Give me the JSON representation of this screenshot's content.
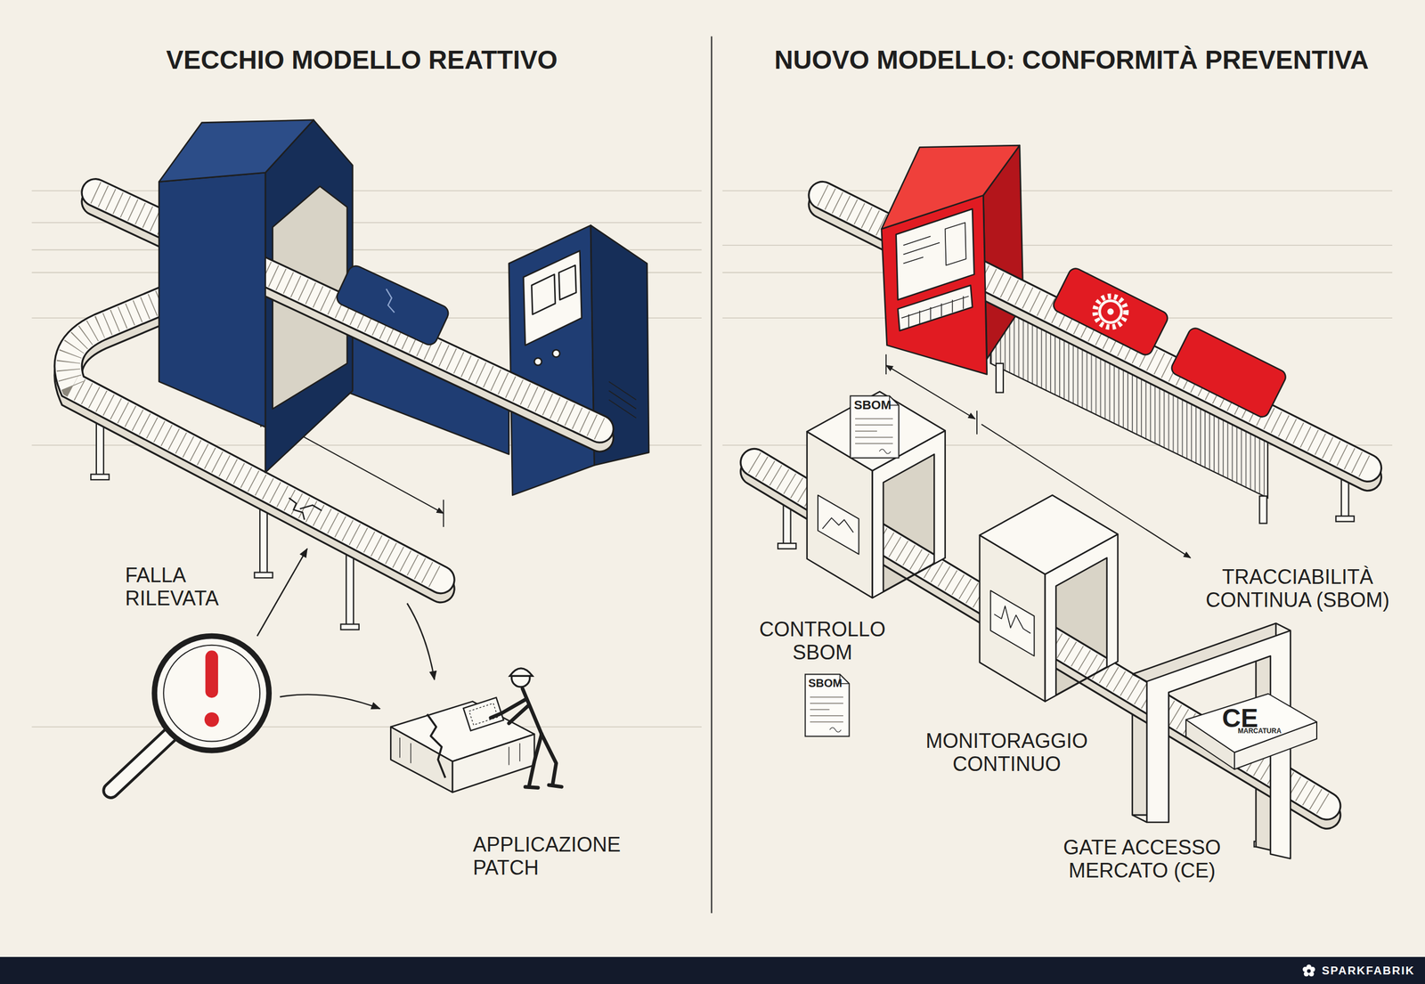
{
  "diagram": {
    "nodes": [
      {
        "text": [
          "SBOM"
        ]
      },
      {
        "text": [
          "SBOM"
        ]
      },
      {
        "text": [
          "CE",
          "MARCATURA"
        ]
      }
    ],
    "labels": [
      "VECCHIO MODELLO REATTIVO",
      "NUOVO MODELLO: CONFORMITÀ PREVENTIVA",
      "FALLA RILEVATA",
      "APPLICAZIONE PATCH",
      "CONTROLLO SBOM",
      "MONITORAGGIO CONTINUO",
      "TRACCIABILITÀ CONTINUA (SBOM)",
      "GATE ACCESSO MERCATO (CE)",
      "SPARKFABRIK"
    ]
  }
}
